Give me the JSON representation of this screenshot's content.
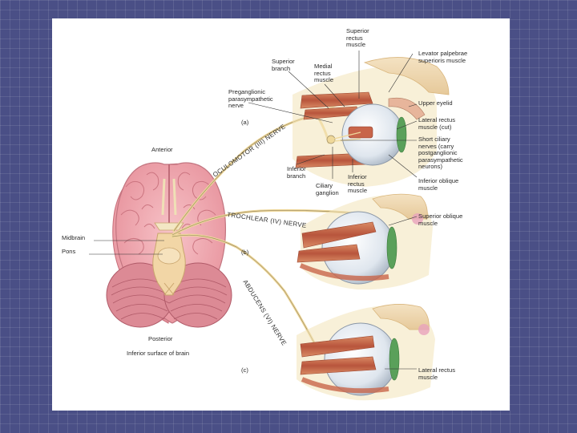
{
  "diagram": {
    "labels": {
      "anterior": "Anterior",
      "posterior": "Posterior",
      "inferior_surface": "Inferior surface of brain",
      "midbrain": "Midbrain",
      "pons": "Pons",
      "panel_a": "(a)",
      "panel_b": "(b)",
      "panel_c": "(c)",
      "superior_rectus": "Superior\nrectus\nmuscle",
      "superior_branch": "Superior\nbranch",
      "medial_rectus": "Medial\nrectus\nmuscle",
      "levator": "Levator palpebrae\nsuperioris muscle",
      "preganglionic": "Preganglionic\nparasympathetic\nnerve",
      "upper_eyelid": "Upper eyelid",
      "lateral_rectus_cut": "Lateral rectus\nmuscle (cut)",
      "short_ciliary": "Short ciliary\nnerves (carry\npostganglionic\nparasympathetic\nneurons)",
      "inferior_branch": "Inferior\nbranch",
      "ciliary_ganglion": "Ciliary\nganglion",
      "inferior_rectus": "Inferior\nrectus\nmuscle",
      "inferior_oblique": "Inferior oblique\nmuscle",
      "superior_oblique": "Superior oblique\nmuscle",
      "lateral_rectus": "Lateral rectus\nmuscle"
    },
    "nerves": {
      "oculomotor": "OCULOMOTOR (III) NERVE",
      "trochlear": "TROCHLEAR (IV) NERVE",
      "abducens": "ABDUCENS (VI) NERVE"
    }
  }
}
